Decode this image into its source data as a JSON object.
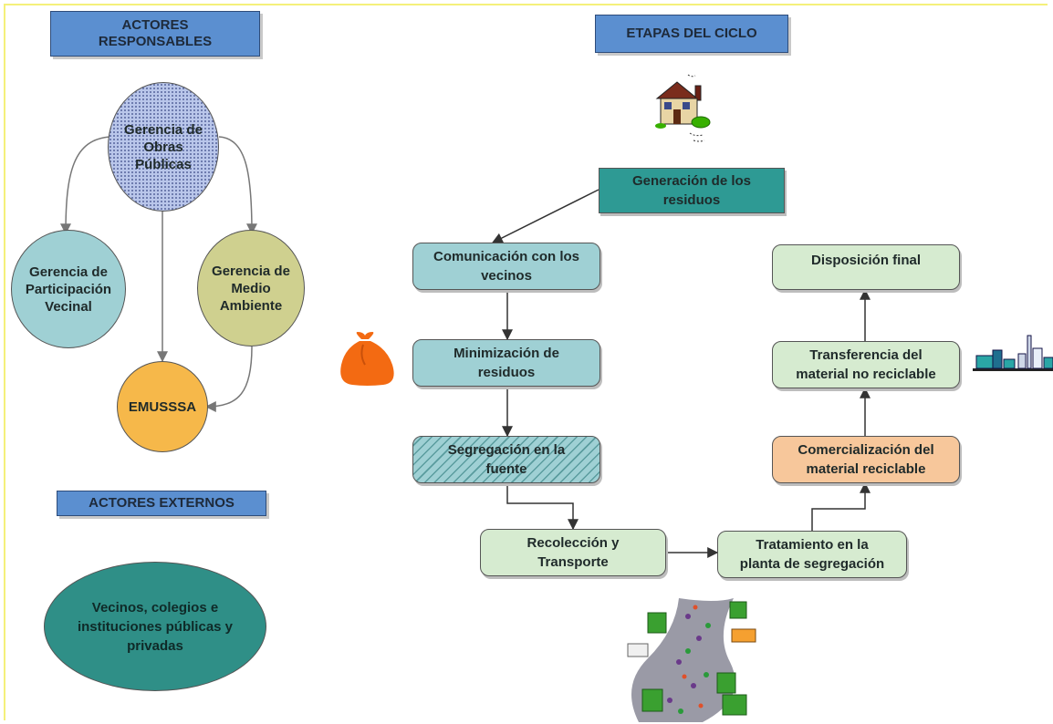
{
  "headers": {
    "actores_responsables": "ACTORES\nRESPONSABLES",
    "etapas_del_ciclo": "ETAPAS DEL CICLO",
    "actores_externos": "ACTORES EXTERNOS"
  },
  "actors": {
    "obras_publicas": "Gerencia de\nObras\nPúblicas",
    "participacion_vecinal": "Gerencia de\nParticipación\nVecinal",
    "medio_ambiente": "Gerencia de\nMedio\nAmbiente",
    "emusssa": "EMUSSSA",
    "externos": "Vecinos, colegios e\ninstituciones públicas y\nprivadas"
  },
  "stages": {
    "generacion": "Generación de los\nresiduos",
    "comunicacion": "Comunicación con los\nvecinos",
    "minimizacion": "Minimización de\nresiduos",
    "segregacion": "Segregación en la\nfuente",
    "recoleccion": "Recolección y\nTransporte",
    "tratamiento": "Tratamiento en la\nplanta de segregación",
    "comercializacion": "Comercialización del\nmaterial reciclable",
    "transferencia": "Transferencia del\nmaterial no reciclable",
    "disposicion": "Disposición final"
  },
  "colors": {
    "header_blue": "#5b8fd0",
    "teal_dark": "#2e9a94",
    "teal_light": "#9fd0d4",
    "green_light": "#d6ebd0",
    "peach": "#f7c79b",
    "olive": "#cfd08f",
    "orange": "#f6b84a",
    "ellipse_teal": "#2f8f87"
  },
  "icons": [
    "house-icon",
    "garbage-bag-icon",
    "factory-icon",
    "waste-road-icon"
  ]
}
